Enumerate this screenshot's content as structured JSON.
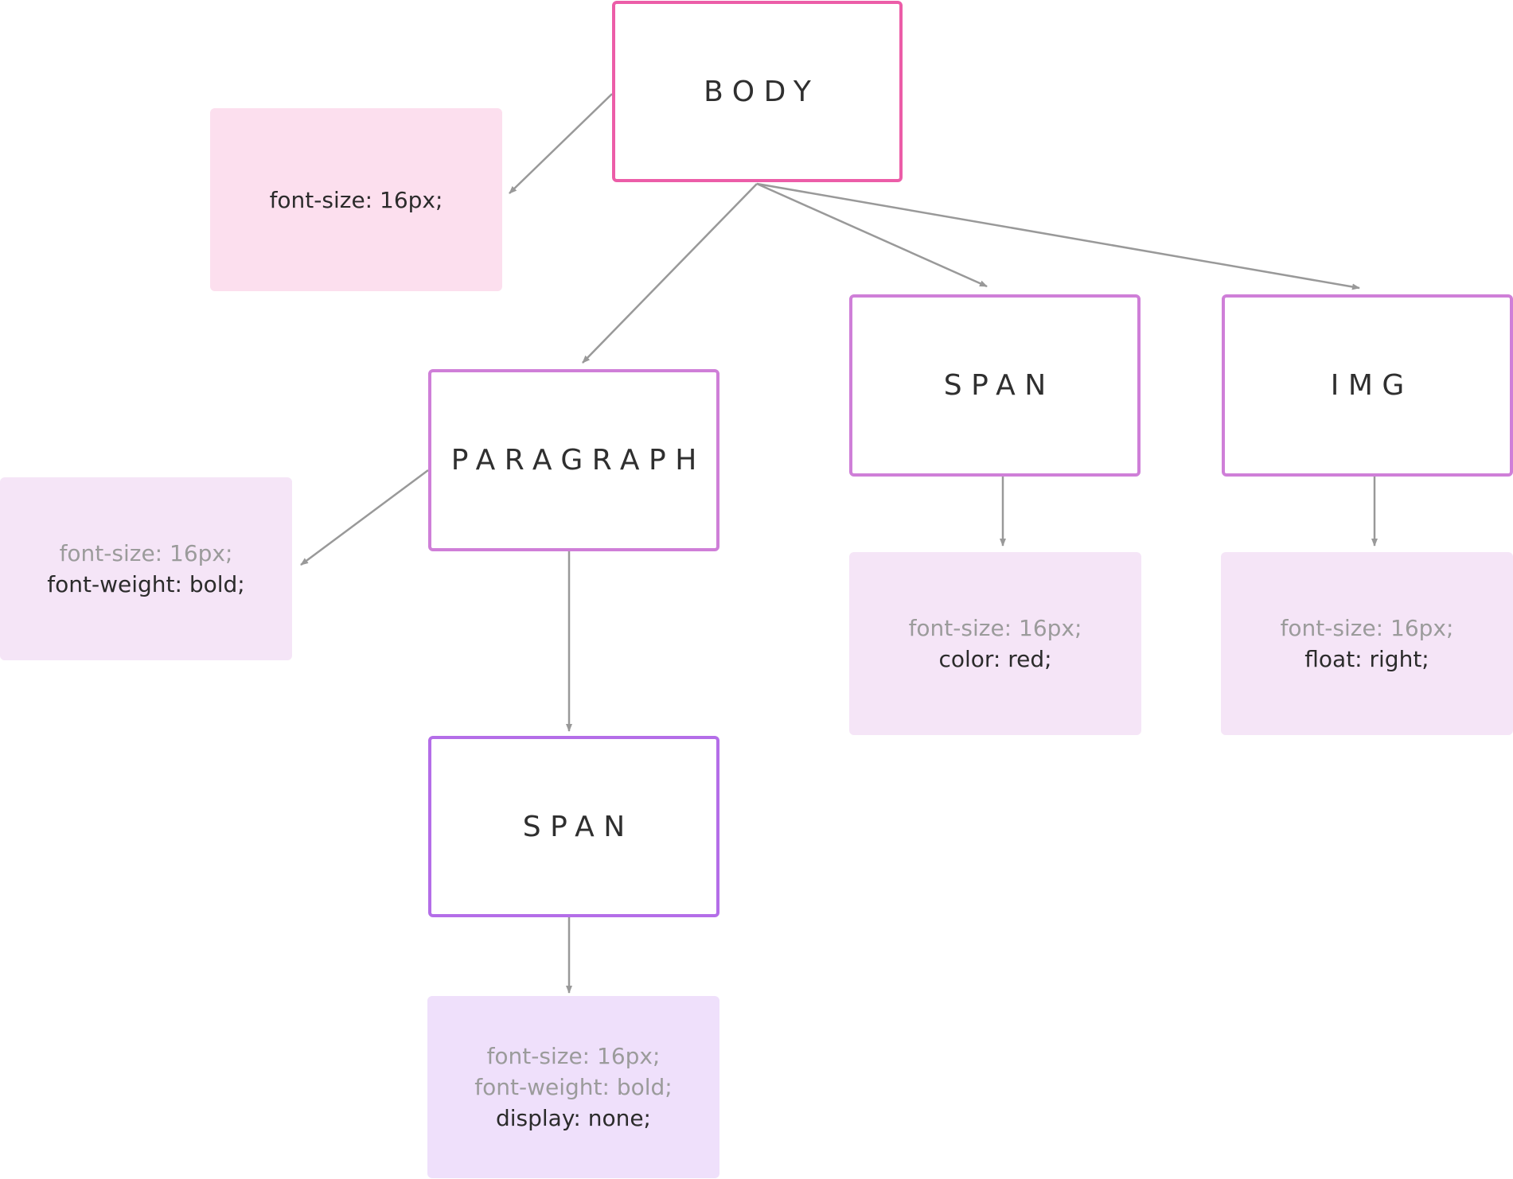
{
  "colors": {
    "edge": "#999999",
    "root_border": "#ec5da8",
    "child_border": "#cf7fd8",
    "leaf_border": "#b46ee8",
    "root_props_bg": "#fcdfee",
    "child_props_bg": "#f5e5f7",
    "leaf_props_bg": "#efe0fb"
  },
  "nodes": [
    {
      "id": "body",
      "label": "BODY"
    },
    {
      "id": "paragraph",
      "label": "PARAGRAPH"
    },
    {
      "id": "span-1",
      "label": "SPAN"
    },
    {
      "id": "img",
      "label": "IMG"
    },
    {
      "id": "span-2",
      "label": "SPAN"
    }
  ],
  "styles": [
    {
      "for": "body",
      "lines": [
        {
          "text": "font-size: 16px;",
          "inherited": false
        }
      ]
    },
    {
      "for": "paragraph",
      "lines": [
        {
          "text": "font-size: 16px;",
          "inherited": true
        },
        {
          "text": "font-weight: bold;",
          "inherited": false
        }
      ]
    },
    {
      "for": "span-1",
      "lines": [
        {
          "text": "font-size: 16px;",
          "inherited": true
        },
        {
          "text": "color: red;",
          "inherited": false
        }
      ]
    },
    {
      "for": "img",
      "lines": [
        {
          "text": "font-size: 16px;",
          "inherited": true
        },
        {
          "text": "float: right;",
          "inherited": false
        }
      ]
    },
    {
      "for": "span-2",
      "lines": [
        {
          "text": "font-size: 16px;",
          "inherited": true
        },
        {
          "text": "font-weight: bold;",
          "inherited": true
        },
        {
          "text": "display: none;",
          "inherited": false
        }
      ]
    }
  ],
  "edges": [
    {
      "from": "body",
      "to": "body-style"
    },
    {
      "from": "body",
      "to": "paragraph"
    },
    {
      "from": "body",
      "to": "span-1"
    },
    {
      "from": "body",
      "to": "img"
    },
    {
      "from": "paragraph",
      "to": "paragraph-style"
    },
    {
      "from": "paragraph",
      "to": "span-2"
    },
    {
      "from": "span-1",
      "to": "span-1-style"
    },
    {
      "from": "img",
      "to": "img-style"
    },
    {
      "from": "span-2",
      "to": "span-2-style"
    }
  ]
}
